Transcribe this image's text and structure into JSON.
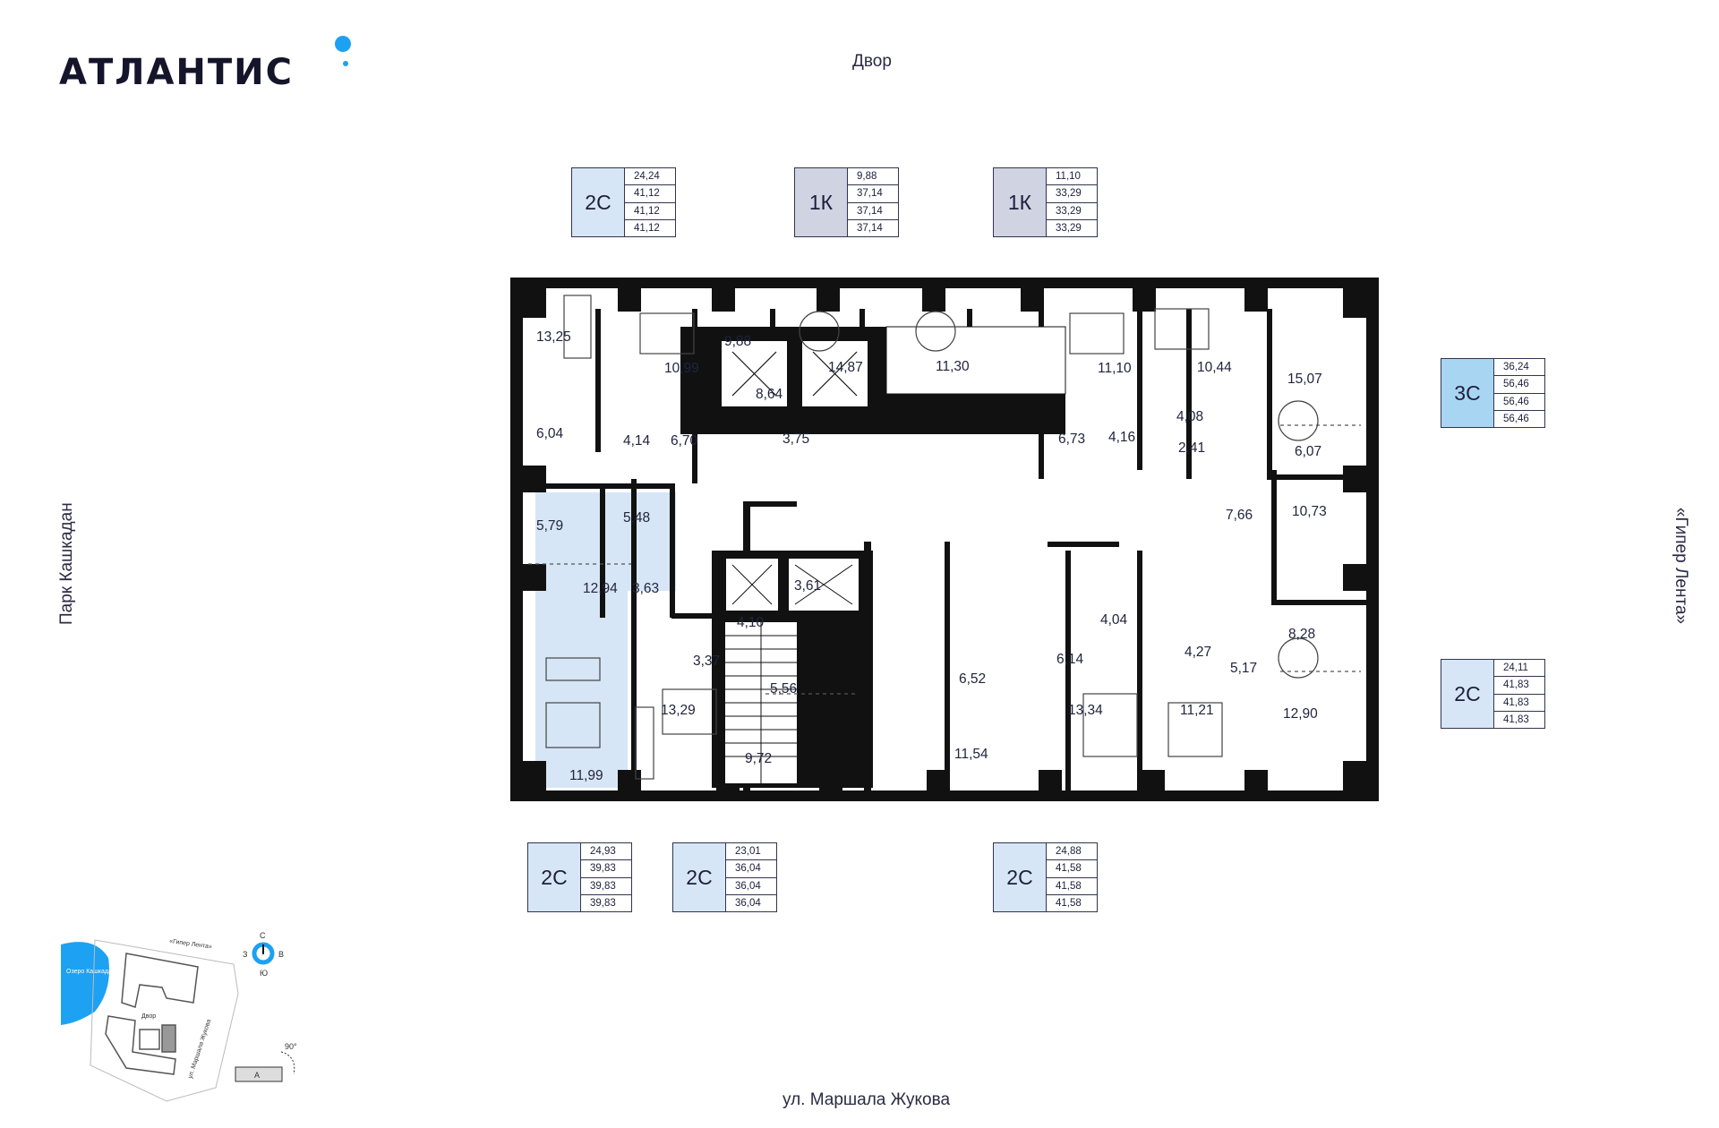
{
  "brand": {
    "name": "АТЛАНТИС",
    "accent": "#1da1f2"
  },
  "orientation_labels": {
    "top": "Двор",
    "bottom": "ул. Маршала Жукова",
    "left": "Парк Кашкадан",
    "right": "«Гипер Лента»"
  },
  "legend_colors": {
    "2C": "#d6e6f6",
    "1K": "#cfd3e2",
    "3C": "#a8d6f2"
  },
  "apartment_legends": [
    {
      "code": "2С",
      "values": [
        "24,24",
        "41,12",
        "41,12",
        "41,12"
      ],
      "color": "#d6e6f6"
    },
    {
      "code": "1К",
      "values": [
        "9,88",
        "37,14",
        "37,14",
        "37,14"
      ],
      "color": "#cfd3e2"
    },
    {
      "code": "1К",
      "values": [
        "11,10",
        "33,29",
        "33,29",
        "33,29"
      ],
      "color": "#cfd3e2"
    },
    {
      "code": "3С",
      "values": [
        "36,24",
        "56,46",
        "56,46",
        "56,46"
      ],
      "color": "#a8d6f2"
    },
    {
      "code": "2С",
      "values": [
        "24,11",
        "41,83",
        "41,83",
        "41,83"
      ],
      "color": "#d6e6f6"
    },
    {
      "code": "2С",
      "values": [
        "24,93",
        "39,83",
        "39,83",
        "39,83"
      ],
      "color": "#d6e6f6"
    },
    {
      "code": "2С",
      "values": [
        "23,01",
        "36,04",
        "36,04",
        "36,04"
      ],
      "color": "#d6e6f6"
    },
    {
      "code": "2С",
      "values": [
        "24,88",
        "41,58",
        "41,58",
        "41,58"
      ],
      "color": "#d6e6f6"
    }
  ],
  "room_areas": [
    "13,25",
    "10,99",
    "9,88",
    "14,87",
    "11,30",
    "11,10",
    "10,44",
    "15,07",
    "8,64",
    "6,04",
    "4,14",
    "6,70",
    "3,75",
    "6,73",
    "4,16",
    "4,08",
    "2,41",
    "6,07",
    "5,79",
    "5,48",
    "12,94",
    "3,63",
    "7,66",
    "10,73",
    "3,61",
    "4,10",
    "4,04",
    "6,14",
    "4,27",
    "5,17",
    "8,28",
    "3,37",
    "5,56",
    "6,52",
    "13,29",
    "13,34",
    "11,21",
    "12,90",
    "9,72",
    "11,54",
    "11,99"
  ],
  "site_map": {
    "lake": "Озеро Кашкадан",
    "mall": "«Гипер Лента»",
    "yard": "Двор",
    "street": "ул. Маршала Жукова",
    "compass": {
      "n": "С",
      "s": "Ю",
      "w": "З",
      "e": "В"
    },
    "rotation": "90°",
    "section": "А",
    "lake_color": "#1da1f2"
  }
}
